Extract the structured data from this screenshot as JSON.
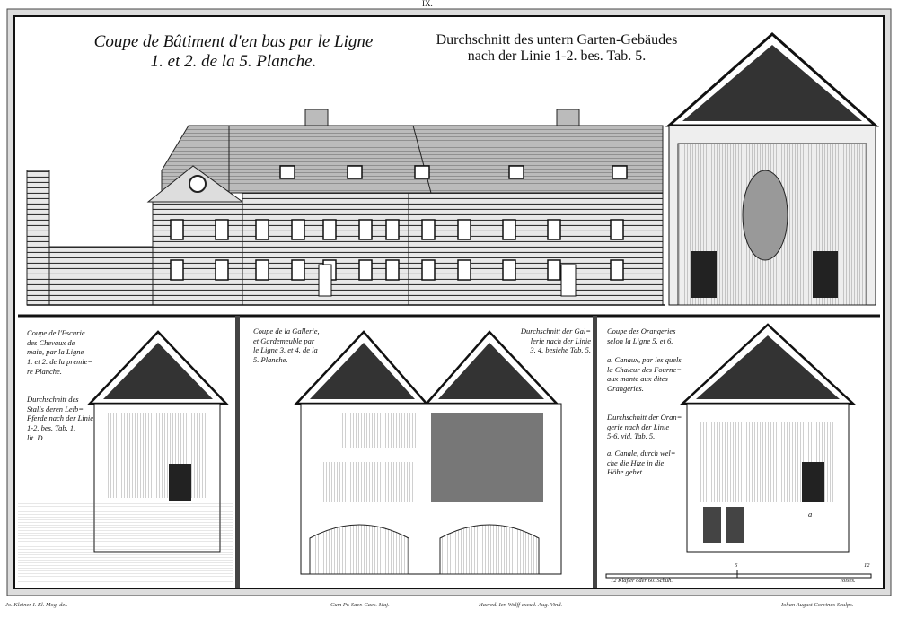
{
  "plate_number": "IX.",
  "top": {
    "title_fr": [
      "Coupe de Bâtiment d'en bas par le Ligne",
      "1. et 2. de la 5. Planche."
    ],
    "title_de": [
      "Durchschnitt des untern Garten-Gebäudes",
      "nach der Linie 1-2. bes. Tab. 5."
    ]
  },
  "panels": {
    "stable": {
      "fr": [
        "Coupe de l'Escurie",
        "des Chevaux de",
        "main, par la Ligne",
        "1. et 2. de la premie=",
        "re Planche."
      ],
      "de": [
        "Durchschnitt des",
        "Stalls deren Leib=",
        "Pferde nach der Linie",
        "1-2. bes. Tab. 1.",
        "lit. D."
      ]
    },
    "gallery": {
      "fr": [
        "Coupe de la Gallerie,",
        "et Gardemeuble par",
        "le Ligne 3. et 4. de la",
        "5. Planche."
      ],
      "de": [
        "Durchschnitt der Gal=",
        "lerie nach der Linie",
        "3. 4. besiehe Tab. 5."
      ]
    },
    "orangery": {
      "fr": [
        "Coupe des Orangeries",
        "selon la Ligne 5. et 6."
      ],
      "fr_note": [
        "a. Canaux, par les quels",
        "la Chaleur des Fourne=",
        "aux monte aux dites",
        "Orangeries."
      ],
      "de": [
        "Durchschnitt der Oran=",
        "gerie nach der Linie",
        "5-6. vid. Tab. 5."
      ],
      "de_note": [
        "a. Canale, durch wel=",
        "che die Hize in die",
        "Höhe gehet."
      ],
      "label_a": "a"
    }
  },
  "scale": {
    "label_left": "12 Klafter oder 60. Schuh.",
    "label_right": "Toises.",
    "tick_mid": "6",
    "tick_end": "12"
  },
  "credits": [
    "Jo. Kleiner I. El. Mog. del.",
    "Cum Pr. Sacr. Caes. Maj.",
    "Haered. Ier. Wolff excud. Aug. Vind.",
    "Iohan August Corvinus Sculps."
  ],
  "colors": {
    "ink": "#111111",
    "paper": "#ffffff",
    "hatch": "#555555"
  }
}
